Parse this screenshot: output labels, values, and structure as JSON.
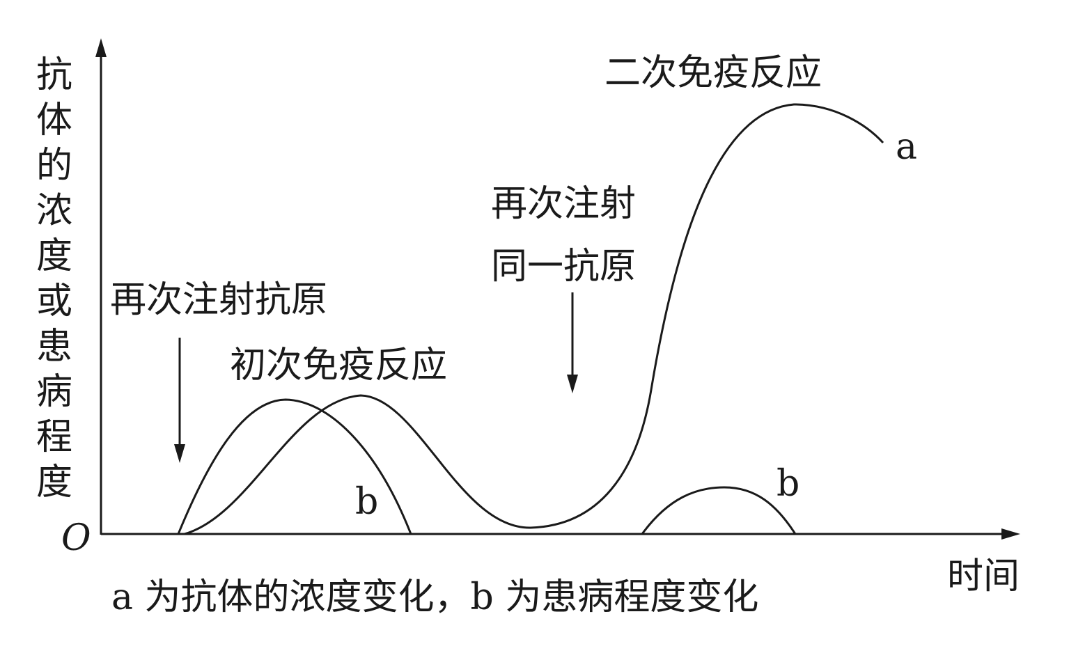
{
  "diagram": {
    "y_axis_label": "抗体的浓度或患病程度",
    "x_axis_label": "时间",
    "origin_label": "O",
    "first_injection_label": "再次注射抗原",
    "primary_response_label": "初次免疫反应",
    "second_injection_line1": "再次注射",
    "second_injection_line2": "同一抗原",
    "secondary_response_label": "二次免疫反应",
    "curve_a_label": "a",
    "curve_b1_label": "b",
    "curve_b2_label": "b",
    "caption": "a 为抗体的浓度变化，b 为患病程度变化"
  }
}
